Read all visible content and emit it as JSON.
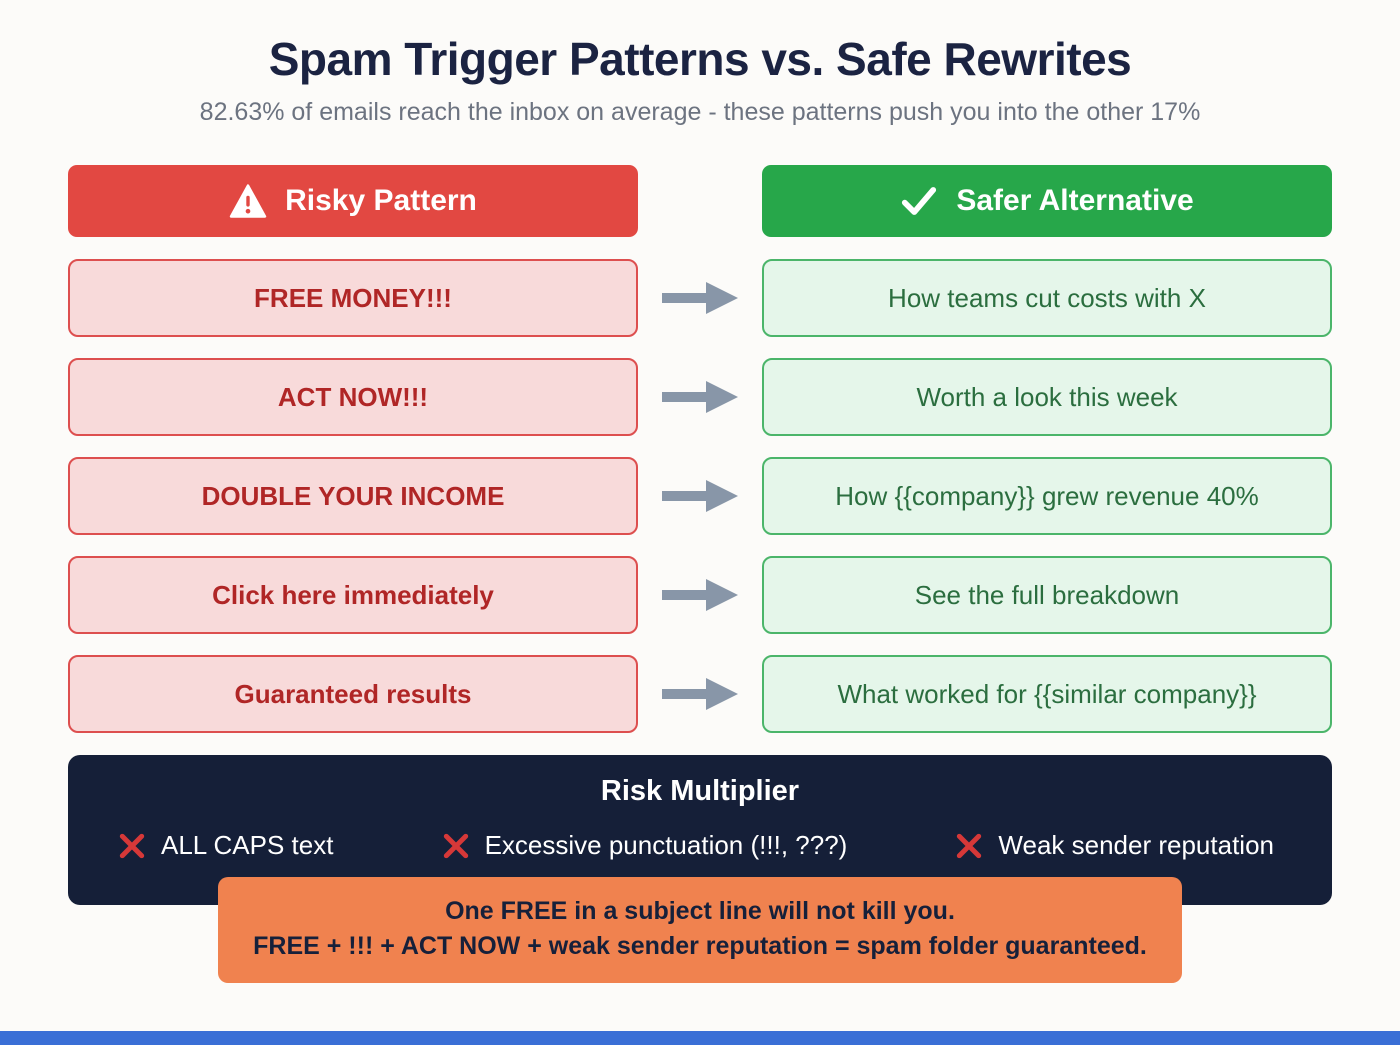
{
  "page": {
    "title": "Spam Trigger Patterns vs. Safe Rewrites",
    "subtitle": "82.63% of emails reach the inbox on average - these patterns push you into the other 17%"
  },
  "columns": {
    "risky": {
      "label": "Risky Pattern",
      "icon": "warning-triangle-icon"
    },
    "safe": {
      "label": "Safer Alternative",
      "icon": "checkmark-icon"
    }
  },
  "rows": [
    {
      "risky": "FREE MONEY!!!",
      "safe": "How teams cut costs with X"
    },
    {
      "risky": "ACT NOW!!!",
      "safe": "Worth a look this week"
    },
    {
      "risky": "DOUBLE YOUR INCOME",
      "safe": "How {{company}} grew revenue 40%"
    },
    {
      "risky": "Click here immediately",
      "safe": "See the full breakdown"
    },
    {
      "risky": "Guaranteed results",
      "safe": "What worked for {{similar company}}"
    }
  ],
  "risk_multiplier": {
    "title": "Risk Multiplier",
    "items": [
      "ALL CAPS text",
      "Excessive punctuation (!!!, ???)",
      "Weak sender reputation"
    ],
    "item_icon": "x-mark-icon"
  },
  "note": {
    "line1": "One FREE in a subject line will not kill you.",
    "line2": "FREE + !!! + ACT NOW + weak sender reputation = spam folder guaranteed."
  },
  "colors": {
    "risky_header": "#e24842",
    "safe_header": "#27a74a",
    "risky_box_bg": "#f8dada",
    "risky_box_border": "#dd4f4f",
    "risky_text": "#b02626",
    "safe_box_bg": "#e5f6ea",
    "safe_box_border": "#4bb56a",
    "safe_text": "#2b6e3f",
    "arrow": "#8896a8",
    "banner_bg": "#151f38",
    "x_mark": "#d63838",
    "note_bg": "#f0824f",
    "note_text": "#16203a",
    "title_text": "#1b2342",
    "bottom_bar": "#3a6fd6"
  }
}
